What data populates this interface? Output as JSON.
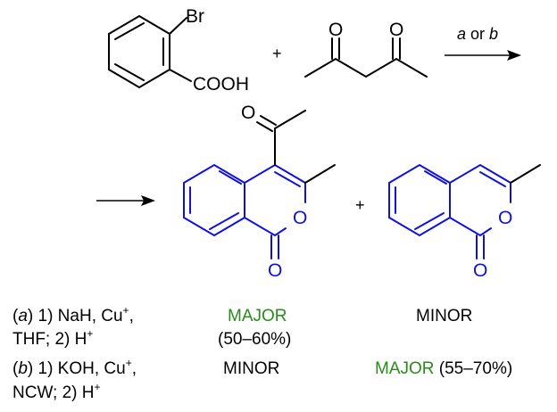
{
  "reactants": {
    "reactant1_substituent": "Br",
    "reactant1_acid": "COOH",
    "plus": "+",
    "reactant2_o1": "O",
    "reactant2_o2": "O"
  },
  "arrow_label": {
    "part_a": "a",
    "or": " or ",
    "part_b": "b"
  },
  "products": {
    "product1_ring_o": "O",
    "product1_carbonyl_o": "O",
    "product1_acetyl_o": "O",
    "plus": "+",
    "product2_ring_o": "O",
    "product2_carbonyl_o": "O"
  },
  "conditions": {
    "a": {
      "label": "a",
      "line1": " 1) NaH, Cu",
      "line2": "THF; 2) H",
      "product1": "MAJOR",
      "product1_yield": "(50–60%)",
      "product2": "MINOR"
    },
    "b": {
      "label": "b",
      "line1": " 1) KOH, Cu",
      "line2": "NCW; 2) H",
      "product1": "MINOR",
      "product2": "MAJOR",
      "product2_yield": " (55–70%)"
    },
    "charge": "+"
  },
  "colors": {
    "product": "#1010dd",
    "major": "#2a8a1a",
    "text": "#000000"
  }
}
